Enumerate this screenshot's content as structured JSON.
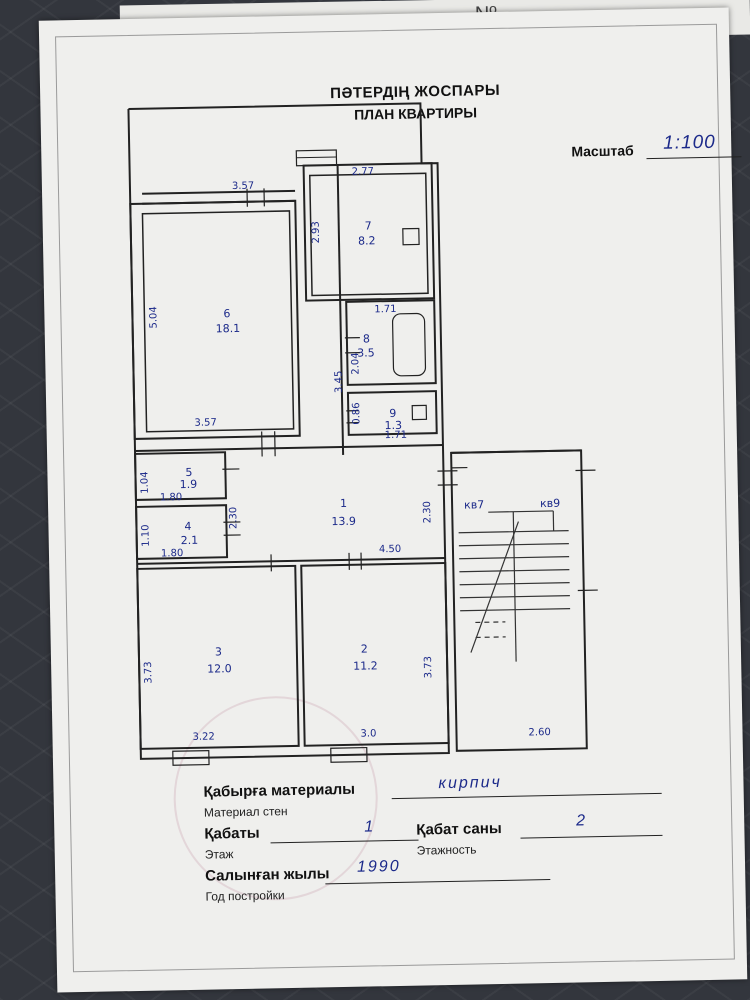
{
  "title_kz": "ПӘТЕРДІҢ ЖОСПАРЫ",
  "title_ru": "ПЛАН КВАРТИРЫ",
  "scale": {
    "label": "Масштаб",
    "value": "1:100"
  },
  "rooms": [
    {
      "num": "1",
      "area": "13.9"
    },
    {
      "num": "2",
      "area": "11.2"
    },
    {
      "num": "3",
      "area": "12.0"
    },
    {
      "num": "4",
      "area": "2.1"
    },
    {
      "num": "5",
      "area": "1.9"
    },
    {
      "num": "6",
      "area": "18.1"
    },
    {
      "num": "7",
      "area": "8.2"
    },
    {
      "num": "8",
      "area": "3.5"
    },
    {
      "num": "9",
      "area": "1.3"
    }
  ],
  "dimensions": {
    "d_357_top": "3.57",
    "d_277": "2.77",
    "d_293": "2.93",
    "d_504": "5.04",
    "d_357_bot": "3.57",
    "d_171a": "1.71",
    "d_204": "2.04",
    "d_345": "3.45",
    "d_086": "0.86",
    "d_171b": "1.71",
    "d_104": "1.04",
    "d_180a": "1.80",
    "d_230a": "2.30",
    "d_110": "1.10",
    "d_180b": "1.80",
    "d_450": "4.50",
    "d_230b": "2.30",
    "d_373a": "3.73",
    "d_322": "3.22",
    "d_373b": "3.73",
    "d_30": "3.0",
    "d_260": "2.60"
  },
  "apartments": {
    "left": "кв7",
    "right": "кв9"
  },
  "fields": {
    "wall_kz": "Қабырға материалы",
    "wall_ru": "Материал стен",
    "wall_value": "кирпич",
    "floor_kz": "Қабаты",
    "floor_ru": "Этаж",
    "floor_value": "1",
    "floors_kz": "Қабат саны",
    "floors_ru": "Этажность",
    "floors_value": "2",
    "year_kz": "Салынған жылы",
    "year_ru": "Год постройки",
    "year_value": "1990"
  },
  "top_paper_mark": "Nº",
  "colors": {
    "ink": "#1c2a8a",
    "paper": "#efefed",
    "line": "#222222"
  }
}
